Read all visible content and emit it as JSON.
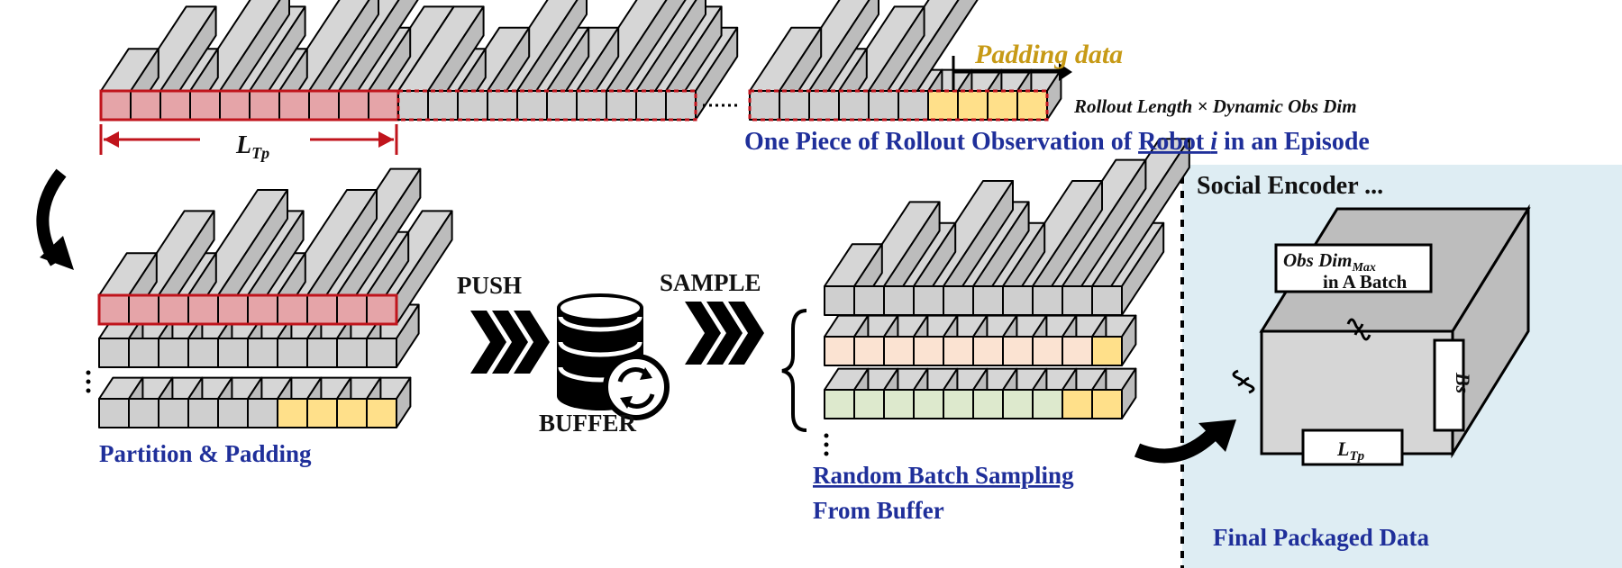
{
  "labels": {
    "padding_data": "Padding data",
    "rollout_dims": "Rollout Length × Dynamic Obs Dim",
    "rollout_title_pre": "One Piece of  Rollout Observation of ",
    "rollout_title_robot": "Robot ",
    "rollout_title_i": "i",
    "rollout_title_post": " in an Episode",
    "ltp_main": "L",
    "ltp_sub": "Tp",
    "partition": "Partition & Padding",
    "push": "PUSH",
    "sample": "SAMPLE",
    "buffer": "BUFFER",
    "random_batch_1": "Random Batch Sampling",
    "random_batch_2": "From Buffer",
    "social_encoder": "Social Encoder ...",
    "obs_dim_main": "Obs Dim",
    "obs_dim_sub": "Max",
    "obs_dim_2": "in A Batch",
    "bs": "Bs",
    "cube_ltp_main": "L",
    "cube_ltp_sub": "Tp",
    "final_packaged": "Final Packaged Data"
  },
  "colors": {
    "gray_top": "#d6d6d6",
    "gray_face": "#cfcfcf",
    "red_face": "#e5a4a8",
    "red_border": "#c0141c",
    "yellow_face": "#ffe08a",
    "peach_face": "#fbe3d2",
    "green_face": "#dde9cd",
    "title_blue": "#1f2f9a",
    "gold": "#c79a16",
    "panel_bg": "#deedf3"
  }
}
